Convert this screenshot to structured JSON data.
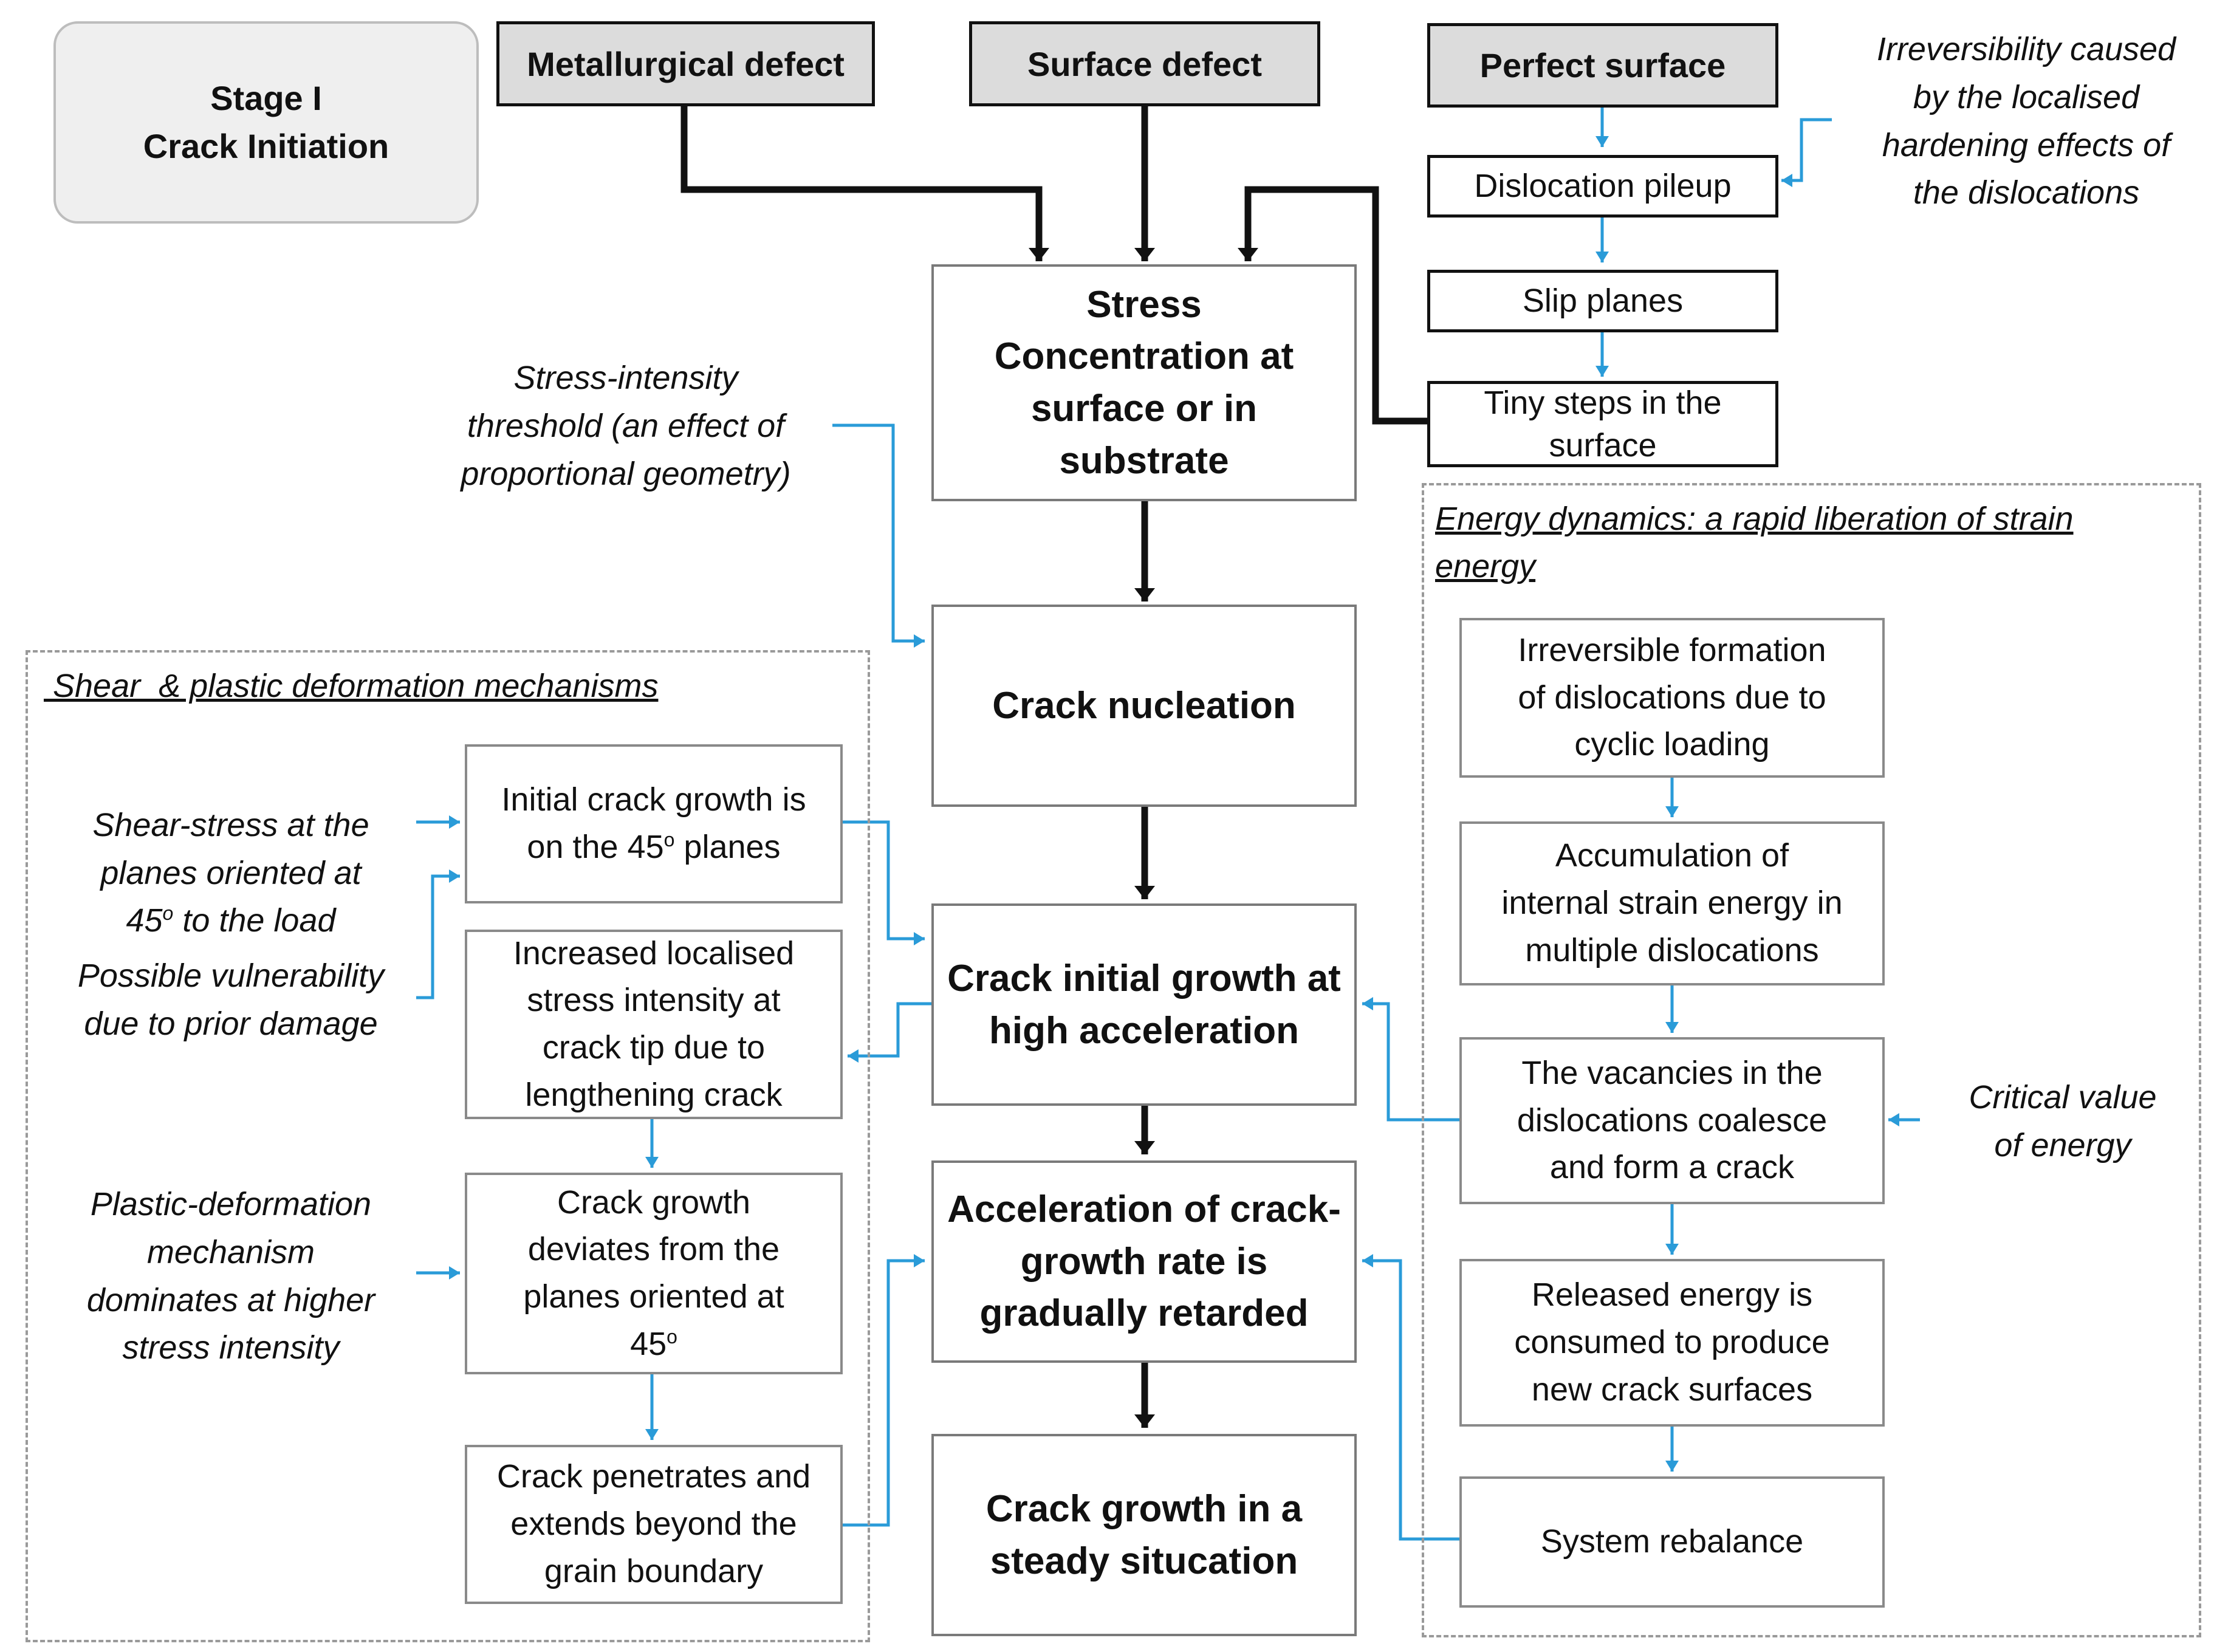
{
  "stage": {
    "line1": "Stage I",
    "line2": "Crack Initiation"
  },
  "sources": {
    "metallurgical": "Metallurgical defect",
    "surface": "Surface defect",
    "perfect": "Perfect surface"
  },
  "main_flow": {
    "stress": "Stress\nConcentration at\nsurface or in\nsubstrate",
    "nucleation": "Crack nucleation",
    "initial_growth": "Crack initial growth at\nhigh acceleration",
    "retarded": "Acceleration of crack-\ngrowth rate is\ngradually retarded",
    "steady": "Crack growth in a\nsteady situcation"
  },
  "perfect_surface_chain": {
    "pileup": "Dislocation pileup",
    "slip": "Slip planes",
    "steps": "Tiny steps in the\nsurface"
  },
  "notes": {
    "irreversibility": "Irreversibility caused\nby the localised\nhardening effects of\nthe dislocations",
    "stress_intensity": "Stress-intensity\nthreshold (an effect of\nproportional geometry)",
    "shear_stress": "Shear-stress at the\nplanes oriented at\n45",
    "shear_stress_tail": " to the load",
    "vulnerability": "Possible vulnerability\ndue to prior damage",
    "plastic": "Plastic-deformation\nmechanism\ndominates at higher\nstress intensity",
    "critical": "Critical value\nof energy",
    "degree_mark": "o"
  },
  "shear_group": {
    "title": " Shear  & plastic deformation mechanisms",
    "initial_growth_45": "Initial crack growth is\non the 45",
    "initial_growth_45_tail": "  planes",
    "localised": "Increased localised\nstress intensity at\ncrack tip due to\nlengthening crack",
    "deviates": "Crack growth\ndeviates from the\nplanes oriented at\n45",
    "penetrates": "Crack penetrates and\nextends beyond the\ngrain boundary"
  },
  "energy_group": {
    "title": "Energy dynamics: a rapid liberation of strain\nenergy",
    "irreversible": "Irreversible formation\nof dislocations due to\ncyclic loading",
    "accumulation": "Accumulation of\ninternal strain energy in\nmultiple dislocations",
    "vacancies": "The vacancies in the\ndislocations coalesce\nand form a crack",
    "released": "Released energy is\nconsumed to produce\nnew crack surfaces",
    "rebalance": "System rebalance"
  },
  "colors": {
    "black_arrow": "#111111",
    "blue_arrow": "#2a9bd8",
    "group_border": "#9a9a9a"
  }
}
